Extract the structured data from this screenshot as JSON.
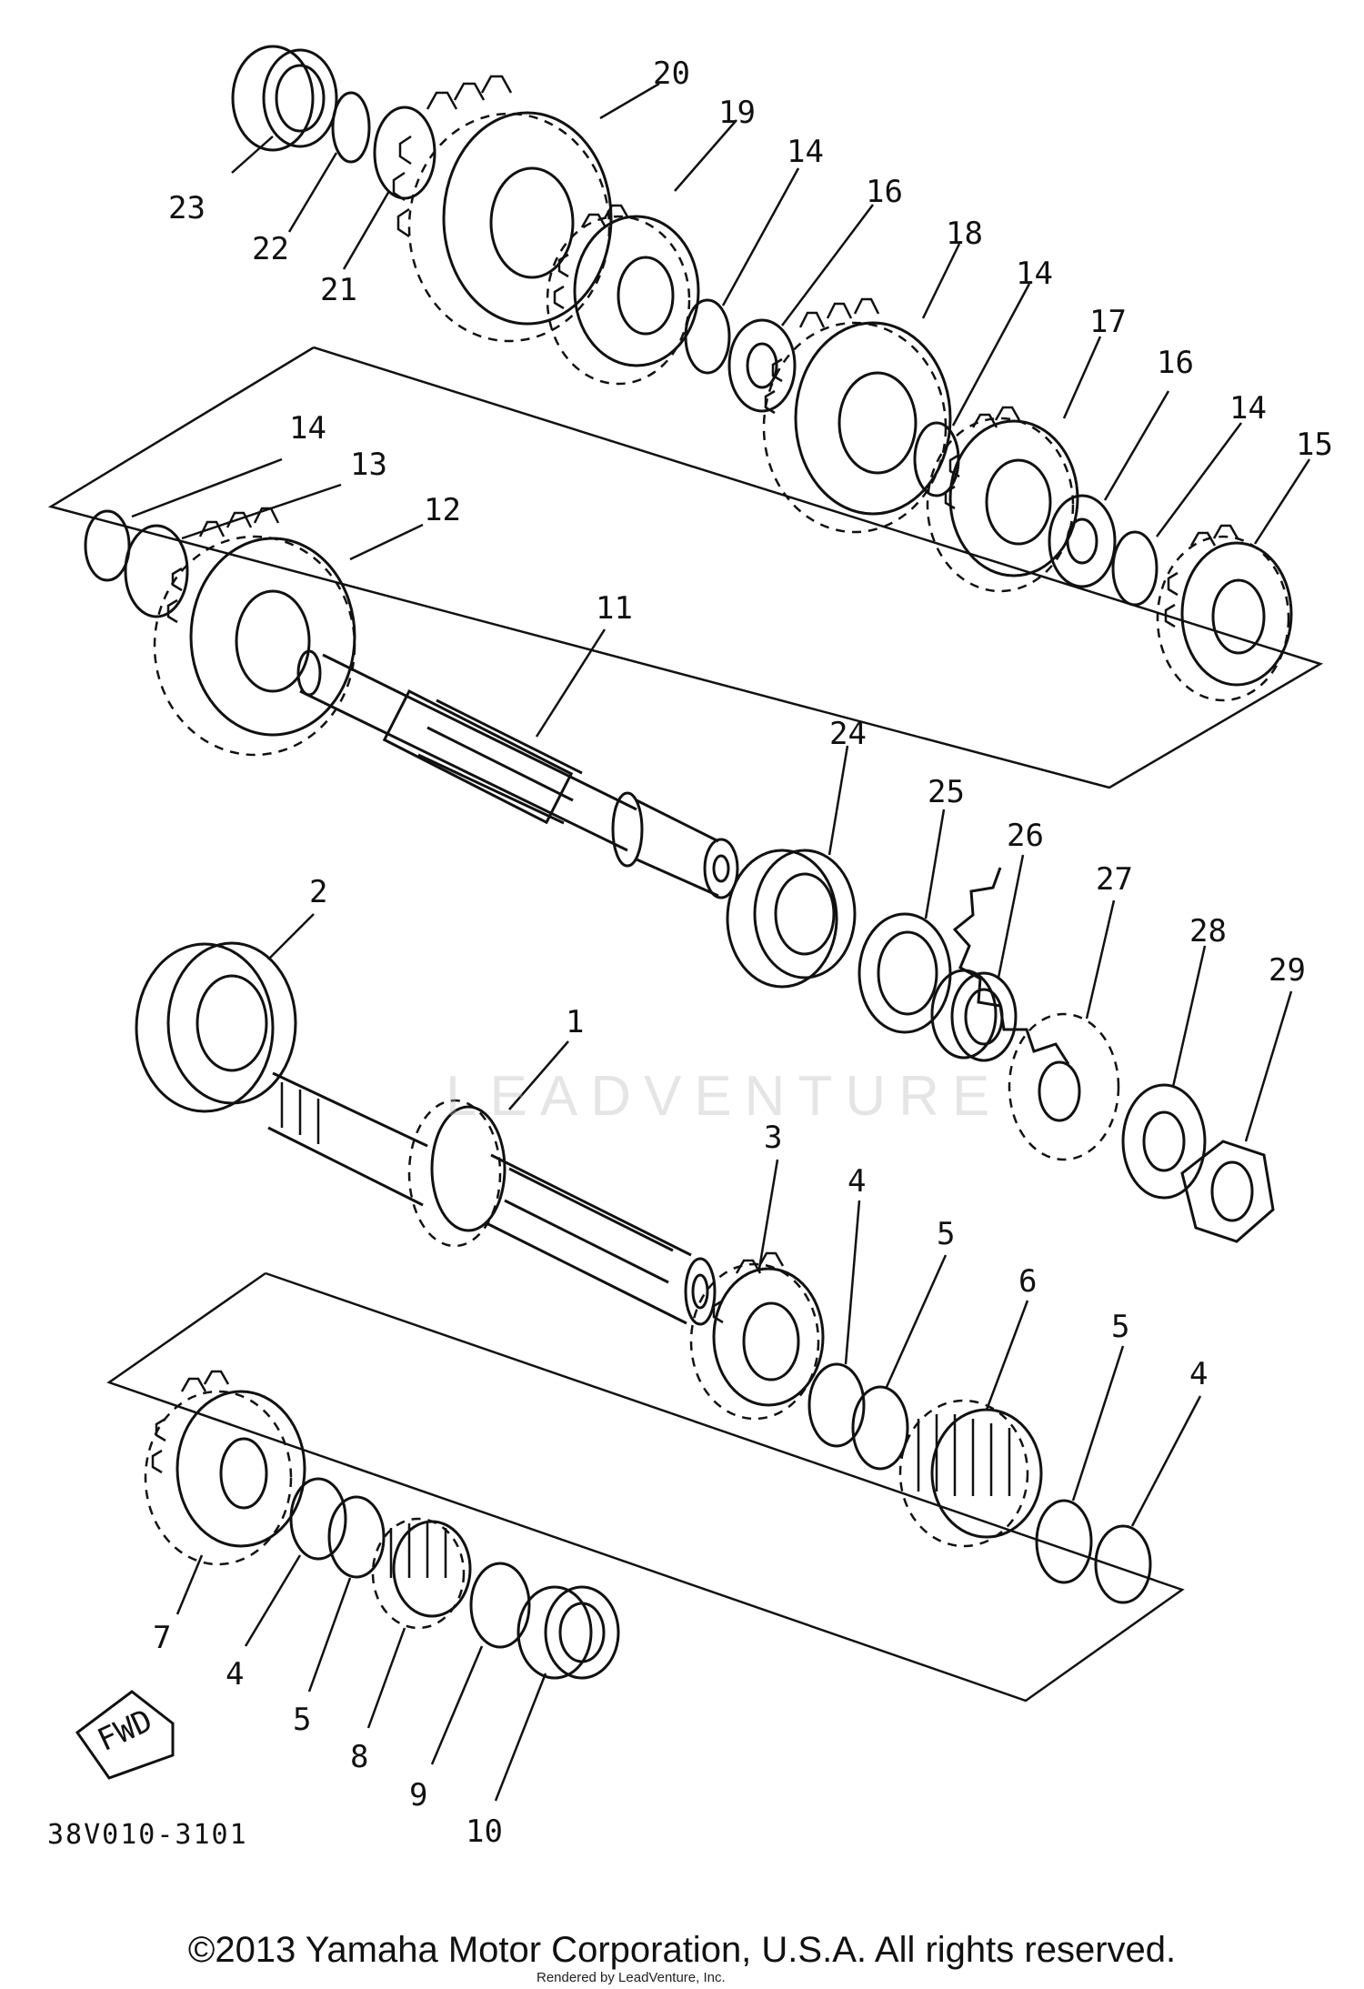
{
  "diagram": {
    "callouts": [
      "1",
      "2",
      "3",
      "4",
      "5",
      "6",
      "7",
      "8",
      "9",
      "10",
      "11",
      "12",
      "13",
      "14",
      "15",
      "16",
      "17",
      "18",
      "19",
      "20",
      "21",
      "22",
      "23",
      "24",
      "25",
      "26",
      "27",
      "28",
      "29"
    ],
    "fwd_label": "FWD",
    "drawing_code": "38V010-3101",
    "watermark": "LEADVENTURE",
    "copyright": "©2013 Yamaha Motor Corporation, U.S.A. All rights reserved.",
    "rendered_by": "Rendered by LeadVenture, Inc.",
    "colors": {
      "line": "#111111",
      "watermark": "#b4b4b4"
    }
  }
}
